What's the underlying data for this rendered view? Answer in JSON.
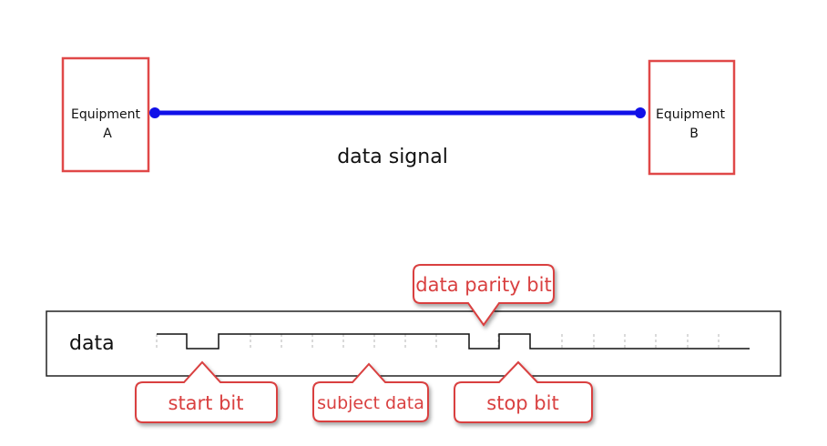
{
  "equipment_a": {
    "line1": "Equipment",
    "line2": "A"
  },
  "equipment_b": {
    "line1": "Equipment",
    "line2": "B"
  },
  "signal_label": "data signal",
  "timing": {
    "label": "data",
    "callouts": {
      "start_bit": "start bit",
      "subject_data": "subject data",
      "parity_bit": "data parity bit",
      "stop_bit": "stop bit"
    }
  },
  "colors": {
    "box_border": "#e04848",
    "link_line": "#1010e8",
    "callout_border": "#d94040",
    "callout_text": "#d94040",
    "ink": "#111111",
    "dash": "#b5b5b5"
  }
}
